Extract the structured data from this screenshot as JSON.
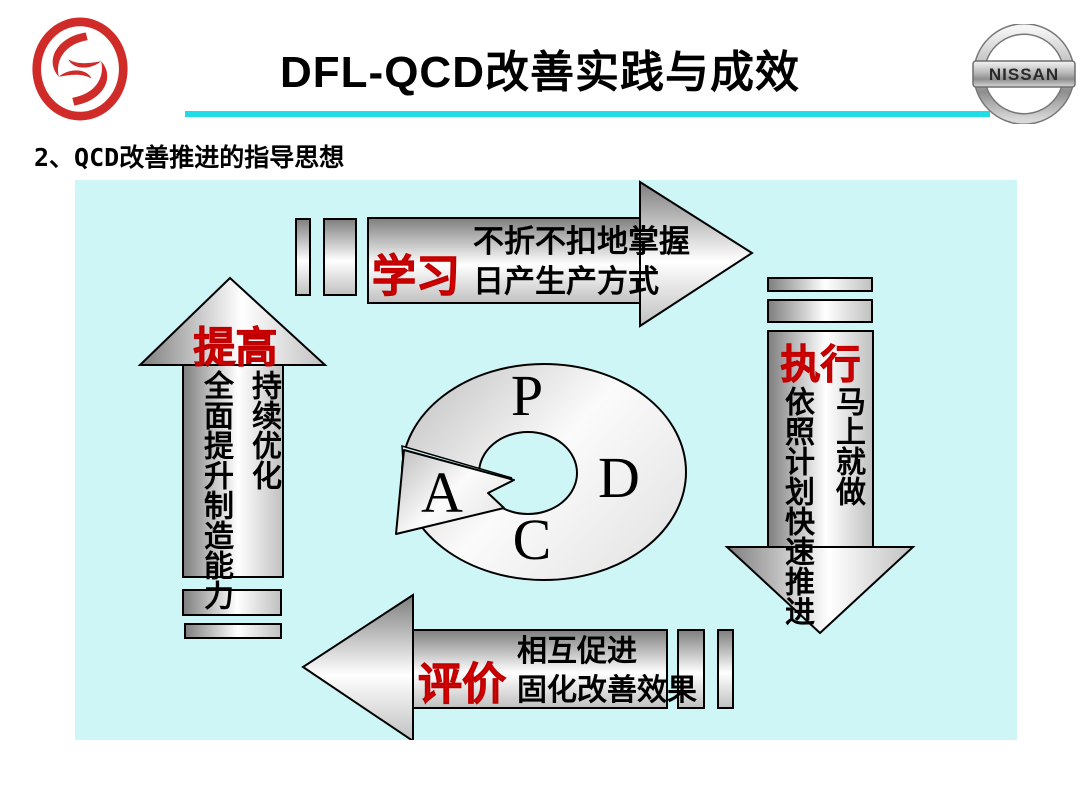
{
  "header": {
    "title": "DFL-QCD改善实践与成效",
    "nissan_logo_text": "NISSAN",
    "accent_line_color": "#1fdce7",
    "dongfeng_logo_color": "#cf2b28"
  },
  "section_heading": "2、QCD改善推进的指导思想",
  "diagram": {
    "background_color": "#cff6f7",
    "label_color": "#e60000",
    "arrow_fill": "gray-gradient",
    "pdca": {
      "p": "P",
      "d": "D",
      "c": "C",
      "a": "A"
    },
    "arrows": {
      "top": {
        "direction": "right",
        "label": "学习",
        "line1": "不折不扣地掌握",
        "line2": "日产生产方式"
      },
      "right": {
        "direction": "down",
        "label": "执行",
        "line1": "马上就做",
        "line2": "依照计划快速推进"
      },
      "bottom": {
        "direction": "left",
        "label": "评价",
        "line1": "相互促进",
        "line2": "固化改善效果"
      },
      "left": {
        "direction": "up",
        "label": "提高",
        "line1": "持续优化",
        "line2": "全面提升制造能力"
      }
    }
  }
}
